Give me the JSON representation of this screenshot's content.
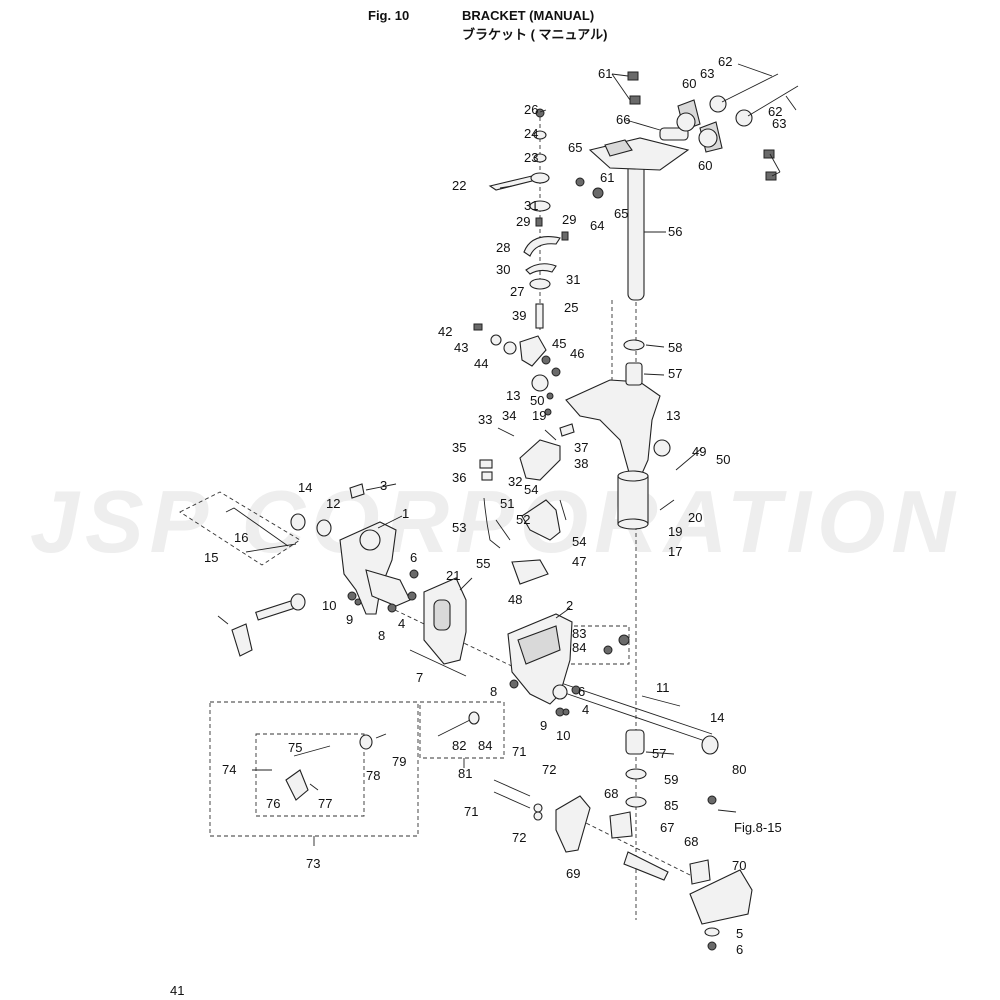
{
  "header": {
    "fig_number": "Fig. 10",
    "title_en": "BRACKET (MANUAL)",
    "title_jp": "ブラケット ( マニュアル)"
  },
  "watermark": "JSP CORPORATION",
  "page_number": "41",
  "cross_reference": "Fig.8-15",
  "part_labels": [
    "1",
    "2",
    "3",
    "4",
    "5",
    "6",
    "7",
    "8",
    "9",
    "10",
    "11",
    "12",
    "13",
    "14",
    "15",
    "16",
    "17",
    "19",
    "20",
    "21",
    "22",
    "23",
    "24",
    "25",
    "26",
    "27",
    "28",
    "29",
    "30",
    "31",
    "32",
    "33",
    "34",
    "35",
    "36",
    "37",
    "38",
    "39",
    "42",
    "43",
    "44",
    "45",
    "46",
    "47",
    "48",
    "49",
    "50",
    "51",
    "52",
    "53",
    "54",
    "55",
    "56",
    "57",
    "58",
    "59",
    "60",
    "61",
    "62",
    "63",
    "64",
    "65",
    "66",
    "67",
    "68",
    "69",
    "70",
    "71",
    "72",
    "73",
    "74",
    "75",
    "76",
    "77",
    "78",
    "79",
    "80",
    "81",
    "82",
    "83",
    "84",
    "85"
  ]
}
